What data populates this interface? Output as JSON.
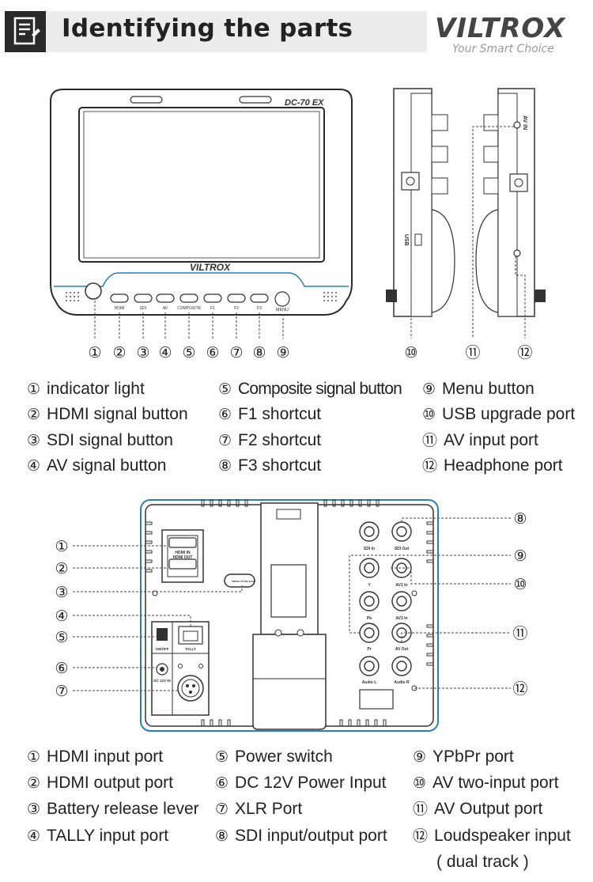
{
  "header": {
    "title": "Identifying the parts",
    "brand": "VILTROX",
    "slogan": "Your Smart Choice"
  },
  "front_device": {
    "model": "DC-70 EX",
    "screen_brand": "VILTROX",
    "buttons": [
      "HDMI",
      "SDI",
      "AV",
      "COMPOSITE",
      "F1",
      "F2",
      "F3",
      "MENU"
    ],
    "callouts": [
      "①",
      "②",
      "③",
      "④",
      "⑤",
      "⑥",
      "⑦",
      "⑧",
      "⑨",
      "⑩",
      "⑪",
      "⑫"
    ]
  },
  "side_views": {
    "usb_label": "USB",
    "av_label": "AV IN"
  },
  "front_legend": [
    {
      "num": "①",
      "label": "indicator light"
    },
    {
      "num": "②",
      "label": "HDMI signal button"
    },
    {
      "num": "③",
      "label": "SDI signal button"
    },
    {
      "num": "④",
      "label": "AV signal button"
    },
    {
      "num": "⑤",
      "label": "Composite signal button"
    },
    {
      "num": "⑥",
      "label": "F1 shortcut"
    },
    {
      "num": "⑦",
      "label": "F2 shortcut"
    },
    {
      "num": "⑧",
      "label": "F3 shortcut"
    },
    {
      "num": "⑨",
      "label": "Menu button"
    },
    {
      "num": "⑩",
      "label": "USB upgrade port"
    },
    {
      "num": "⑪",
      "label": "AV input port"
    },
    {
      "num": "⑫",
      "label": "Headphone port"
    }
  ],
  "back_device": {
    "hdmi_in": "HDMI IN",
    "hdmi_out": "HDMI OUT",
    "release_label": "PRESS TO RELEASE",
    "onoff": "ON/OFF",
    "tally": "TALLY",
    "dc_in": "DC 12V IN",
    "bnc_labels": [
      "SDI In",
      "SDI Out",
      "Y",
      "AV1 In",
      "Pb",
      "AV2 In",
      "Pr",
      "AV Out",
      "Audio L",
      "Audio R"
    ],
    "callouts": [
      "①",
      "②",
      "③",
      "④",
      "⑤",
      "⑥",
      "⑦",
      "⑧",
      "⑨",
      "⑩",
      "⑪",
      "⑫"
    ]
  },
  "back_legend": [
    {
      "num": "①",
      "label": "HDMI input port"
    },
    {
      "num": "②",
      "label": "HDMI output port"
    },
    {
      "num": "③",
      "label": "Battery release lever"
    },
    {
      "num": "④",
      "label": "TALLY input port"
    },
    {
      "num": "⑤",
      "label": "Power switch"
    },
    {
      "num": "⑥",
      "label": "DC 12V Power Input"
    },
    {
      "num": "⑦",
      "label": "XLR Port"
    },
    {
      "num": "⑧",
      "label": "SDI input/output port"
    },
    {
      "num": "⑨",
      "label": "YPbPr port"
    },
    {
      "num": "⑩",
      "label": "AV two-input port"
    },
    {
      "num": "⑪",
      "label": "AV Output port"
    },
    {
      "num": "⑫",
      "label": "Loudspeaker input"
    }
  ],
  "back_legend_note": "( dual track )"
}
